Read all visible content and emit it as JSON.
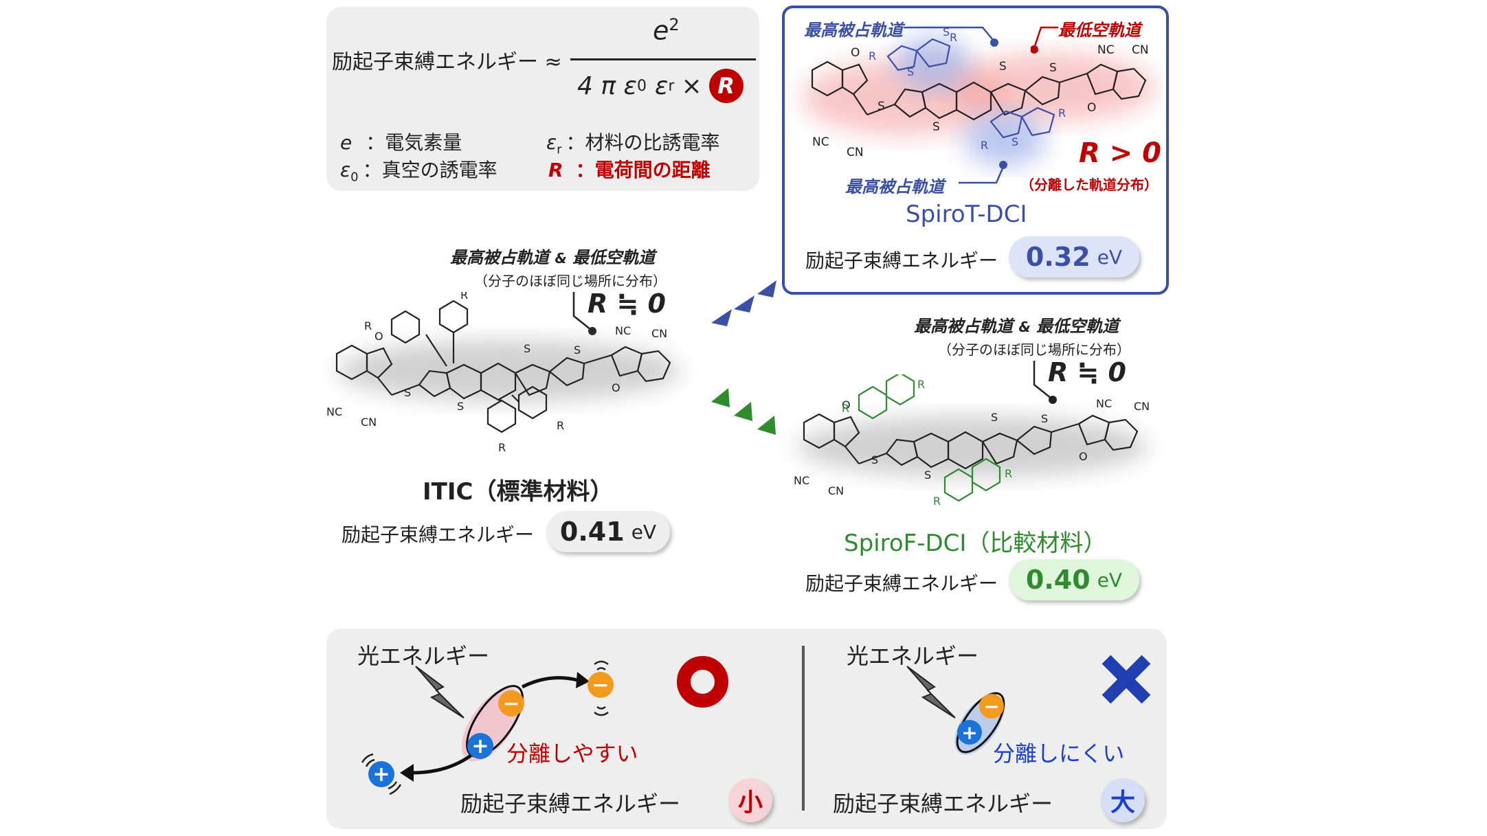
{
  "formula": {
    "lhs": "励起子束縛エネルギー ≈",
    "numerator": "e",
    "numerator_sup": "2",
    "denominator_prefix": "4 π ε",
    "eps0_sub": "0",
    "eps_r": "ε",
    "eps_r_sub": "r",
    "times": "×",
    "R": "R",
    "defs": [
      {
        "sym": "e",
        "sub": "",
        "text": "：電気素量"
      },
      {
        "sym": "ε",
        "sub": "0",
        "text": "：真空の誘電率"
      },
      {
        "sym": "ε",
        "sub": "r",
        "text": "：材料の比誘電率"
      },
      {
        "sym": "R",
        "sub": "",
        "text": "：電荷間の距離"
      }
    ]
  },
  "spiroT": {
    "homo_top": "最高被占軌道",
    "lumo": "最低空軌道",
    "homo_bottom": "最高被占軌道",
    "r_condition": "R > 0",
    "r_note": "（分離した軌道分布）",
    "name": "SpiroT-DCI",
    "energy_label": "励起子束縛エネルギー",
    "energy_value": "0.32",
    "energy_unit": "eV"
  },
  "itic": {
    "orbital_label_a": "最高被占軌道",
    "amp": "&",
    "orbital_label_b": "最低空軌道",
    "distribution_note": "（分子のほぼ同じ場所に分布）",
    "r_condition": "R ≒ 0",
    "name": "ITIC（標準材料）",
    "energy_label": "励起子束縛エネルギー",
    "energy_value": "0.41",
    "energy_unit": "eV"
  },
  "spiroF": {
    "orbital_label_a": "最高被占軌道",
    "amp": "&",
    "orbital_label_b": "最低空軌道",
    "distribution_note": "（分子のほぼ同じ場所に分布）",
    "r_condition": "R ≒ 0",
    "name": "SpiroF-DCI（比較材料）",
    "energy_label": "励起子束縛エネルギー",
    "energy_value": "0.40",
    "energy_unit": "eV"
  },
  "mol_labels": {
    "nc": "NC",
    "cn": "CN",
    "s": "S",
    "o": "O",
    "r": "R"
  },
  "bottom": {
    "left": {
      "light": "光エネルギー",
      "separation": "分離しやすい",
      "energy_label": "励起子束縛エネルギー",
      "size": "小",
      "minus": "−",
      "plus": "+"
    },
    "right": {
      "light": "光エネルギー",
      "separation": "分離しにくい",
      "energy_label": "励起子束縛エネルギー",
      "size": "大",
      "minus": "−",
      "plus": "+"
    }
  },
  "colors": {
    "blue": "#3a4fa6",
    "green": "#2e8b2e",
    "red": "#c00000",
    "orange": "#f39a1e",
    "plus_blue": "#1a73d9"
  }
}
